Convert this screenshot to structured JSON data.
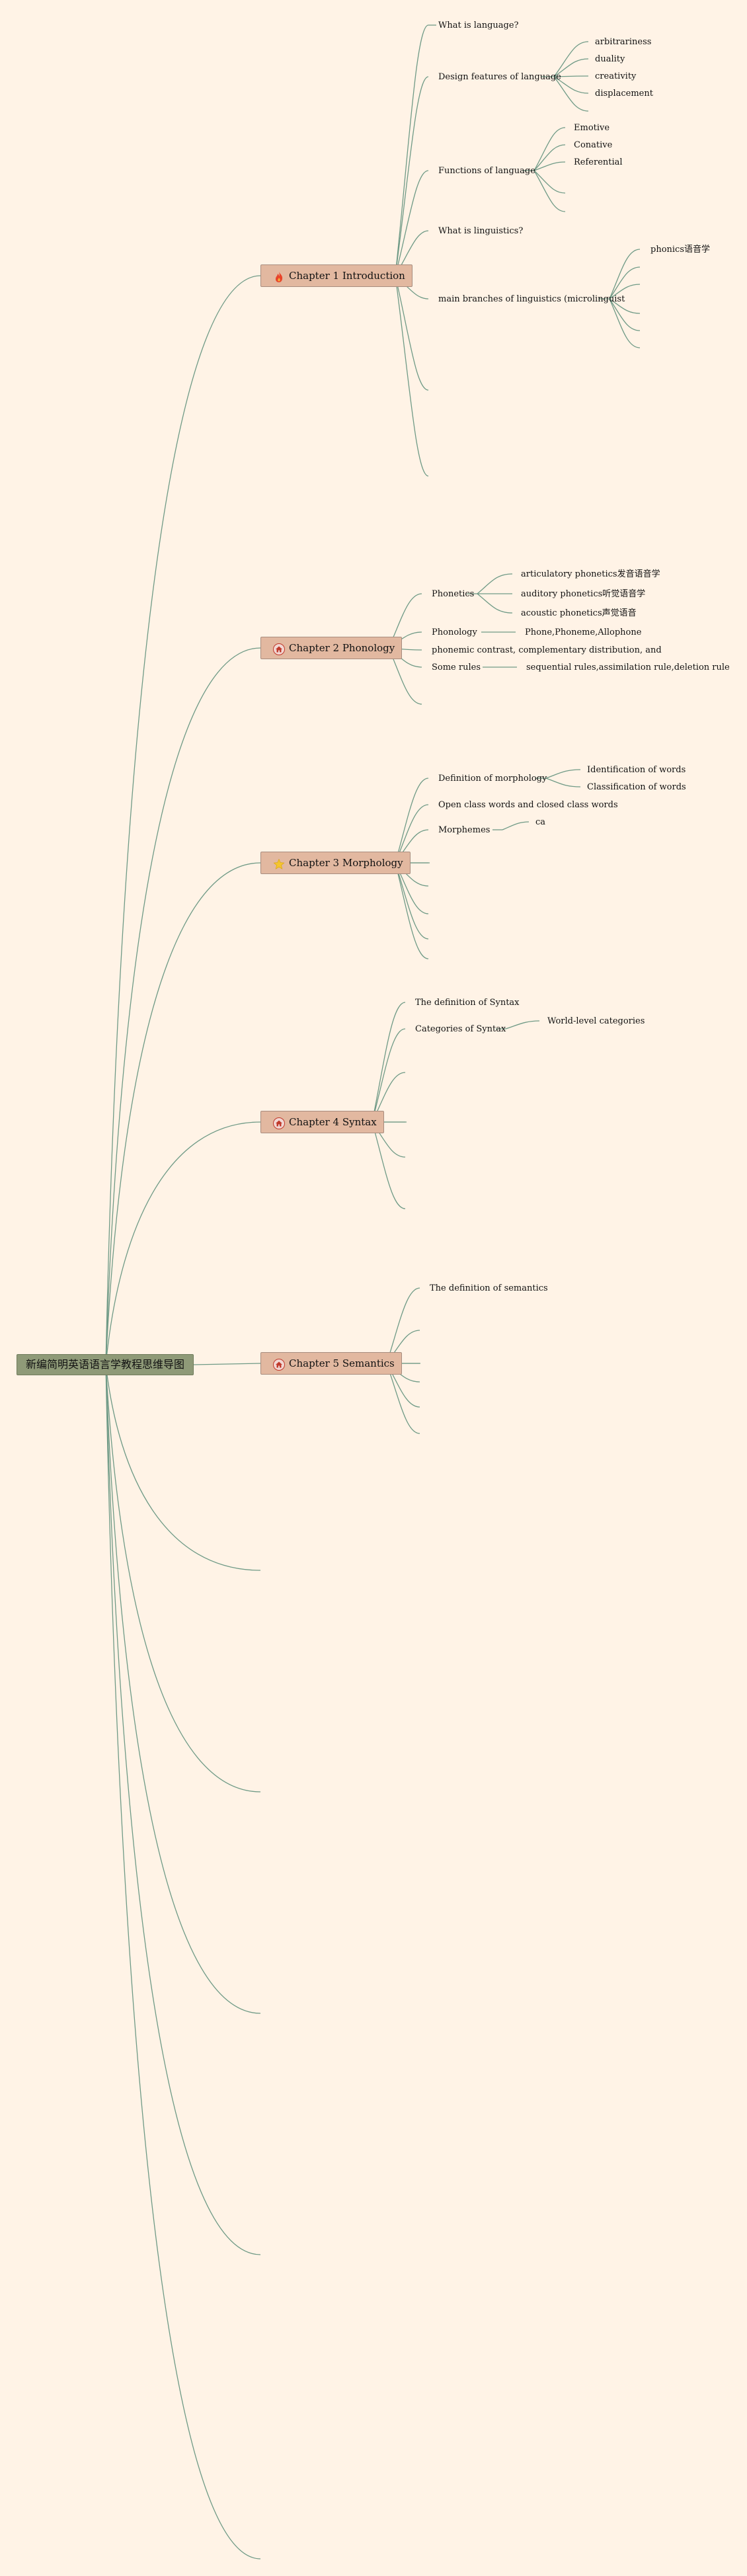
{
  "root": {
    "label": "新编简明英语语言学教程思维导图"
  },
  "chapters": [
    {
      "label": "Chapter 1 Introduction",
      "icon": "fire-icon"
    },
    {
      "label": "Chapter 2 Phonology",
      "icon": "house-icon"
    },
    {
      "label": "Chapter 3 Morphology",
      "icon": "star-icon"
    },
    {
      "label": "Chapter 4 Syntax",
      "icon": "house-icon"
    },
    {
      "label": "Chapter 5 Semantics",
      "icon": "house-icon"
    }
  ],
  "ch1": {
    "what_is_language": "What is language?",
    "design_features": "Design features of language",
    "df_items": [
      "arbitrariness",
      "duality",
      "creativity",
      "displacement"
    ],
    "functions": "Functions of language",
    "fn_items": [
      "Emotive",
      "Conative",
      "Referential"
    ],
    "what_is_linguistics": "What is linguistics?",
    "branches": "main branches of linguistics (microlinguist",
    "branch_items": [
      "phonics语音学"
    ]
  },
  "ch2": {
    "phonetics": "Phonetics",
    "phonetics_items": [
      "articulatory phonetics发音语音学",
      "auditory phonetics听觉语音学",
      "acoustic phonetics声觉语音"
    ],
    "phonology": "Phonology",
    "phonology_item": "Phone,Phoneme,Allophone",
    "contrast": "phonemic contrast, complementary distribution, and",
    "rules": "Some rules",
    "rules_item": "sequential rules,assimilation rule,deletion rule"
  },
  "ch3": {
    "definition": "Definition of morphology",
    "definition_items": [
      "Identification of words",
      "Classification of words"
    ],
    "open_closed": "Open class words and closed class words",
    "morphemes": "Morphemes",
    "morphemes_item": "ca"
  },
  "ch4": {
    "definition": "The definition of Syntax",
    "categories": "Categories of Syntax",
    "categories_item": "World-level categories"
  },
  "ch5": {
    "definition": "The definition of semantics"
  },
  "colors": {
    "background": "#fff3e6",
    "root_fill": "#8f9a78",
    "chapter_fill": "#e2b8a0",
    "link": "#6f9a86"
  }
}
